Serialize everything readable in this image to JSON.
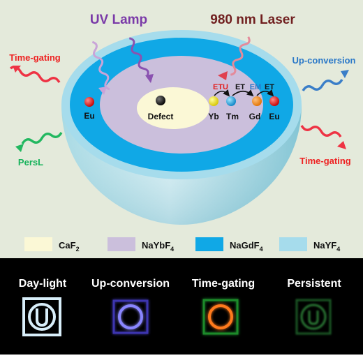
{
  "sources": {
    "uv_lamp": "UV Lamp",
    "laser": "980 nm Laser"
  },
  "emissions": {
    "left_top": "Time-gating",
    "left_bottom": "PersL",
    "right_top": "Up-conversion",
    "right_bottom": "Time-gating"
  },
  "particles": {
    "eu_left": "Eu",
    "defect": "Defect",
    "chain": [
      "Yb",
      "Tm",
      "Gd",
      "Eu"
    ]
  },
  "transfers": [
    "ETU",
    "ET",
    "EM",
    "ET"
  ],
  "legend": [
    {
      "label": "CaF",
      "sub": "2",
      "color": "#fbf8d6"
    },
    {
      "label": "NaYbF",
      "sub": "4",
      "color": "#cbbfdc"
    },
    {
      "label": "NaGdF",
      "sub": "4",
      "color": "#10a8e6"
    },
    {
      "label": "NaYF",
      "sub": "4",
      "color": "#a6dcec"
    }
  ],
  "panels": [
    "Day-light",
    "Up-conversion",
    "Time-gating",
    "Persistent"
  ],
  "colors": {
    "uv": "#7a3aa8",
    "laser": "#701f1f",
    "red": "#ee2222",
    "green": "#16b25a",
    "blue": "#2a78c8"
  }
}
